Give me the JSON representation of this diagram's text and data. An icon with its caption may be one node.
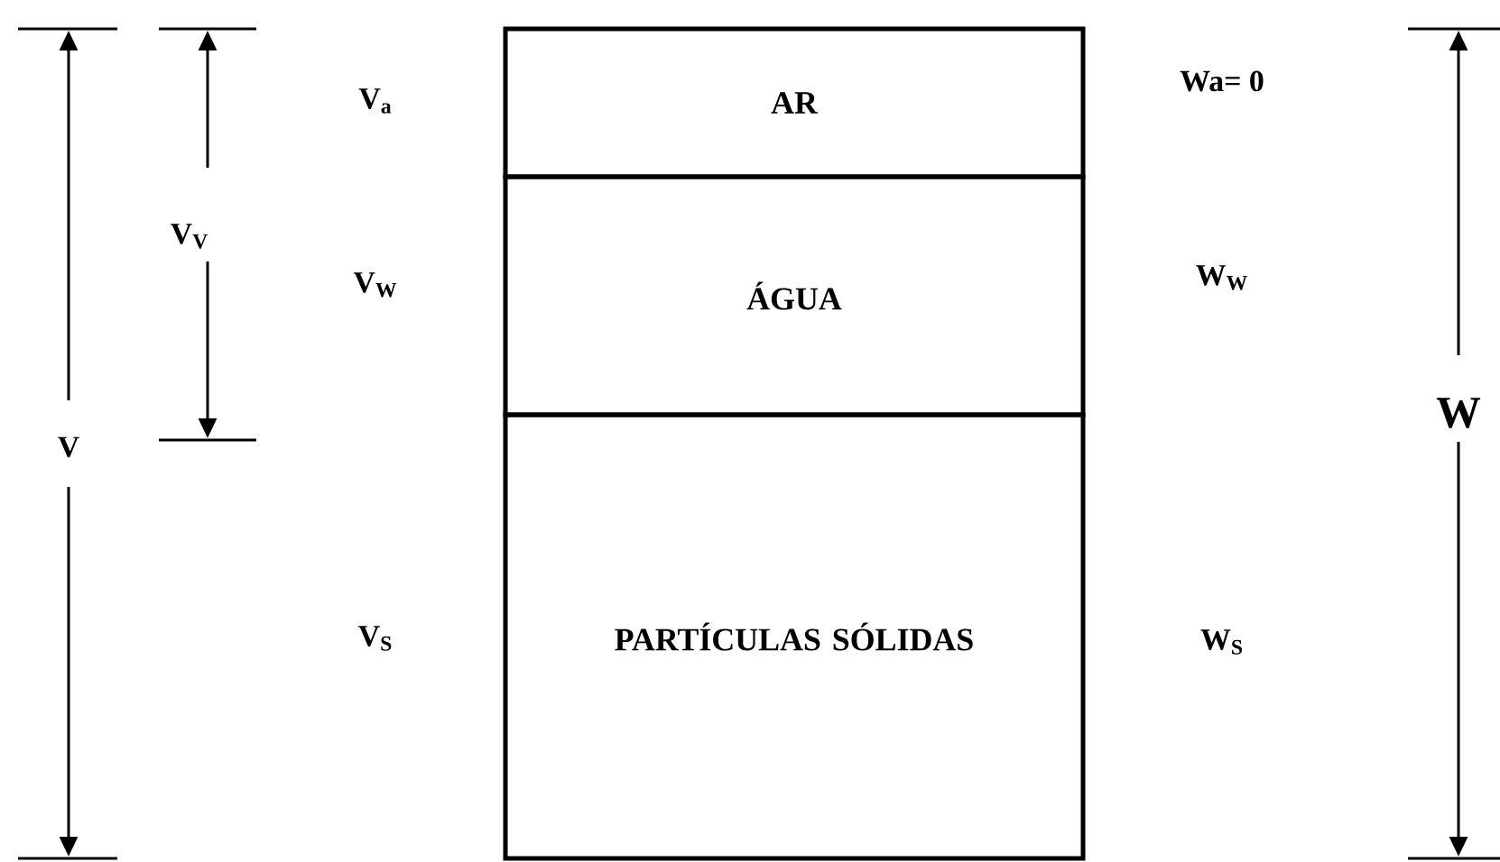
{
  "diagram": {
    "nodes": [
      {
        "text": [
          "AR"
        ]
      },
      {
        "text": [
          "ÁGUA"
        ]
      },
      {
        "text": [
          "PARTÍCULAS SÓLIDAS"
        ]
      }
    ],
    "labels": [
      "V$_{a}$",
      "Wa= 0",
      "V$_{V}$",
      "V$_{W}$",
      "W$_{W}$",
      "W",
      "V",
      "V$_{S}$",
      "W$_{S}$"
    ]
  }
}
